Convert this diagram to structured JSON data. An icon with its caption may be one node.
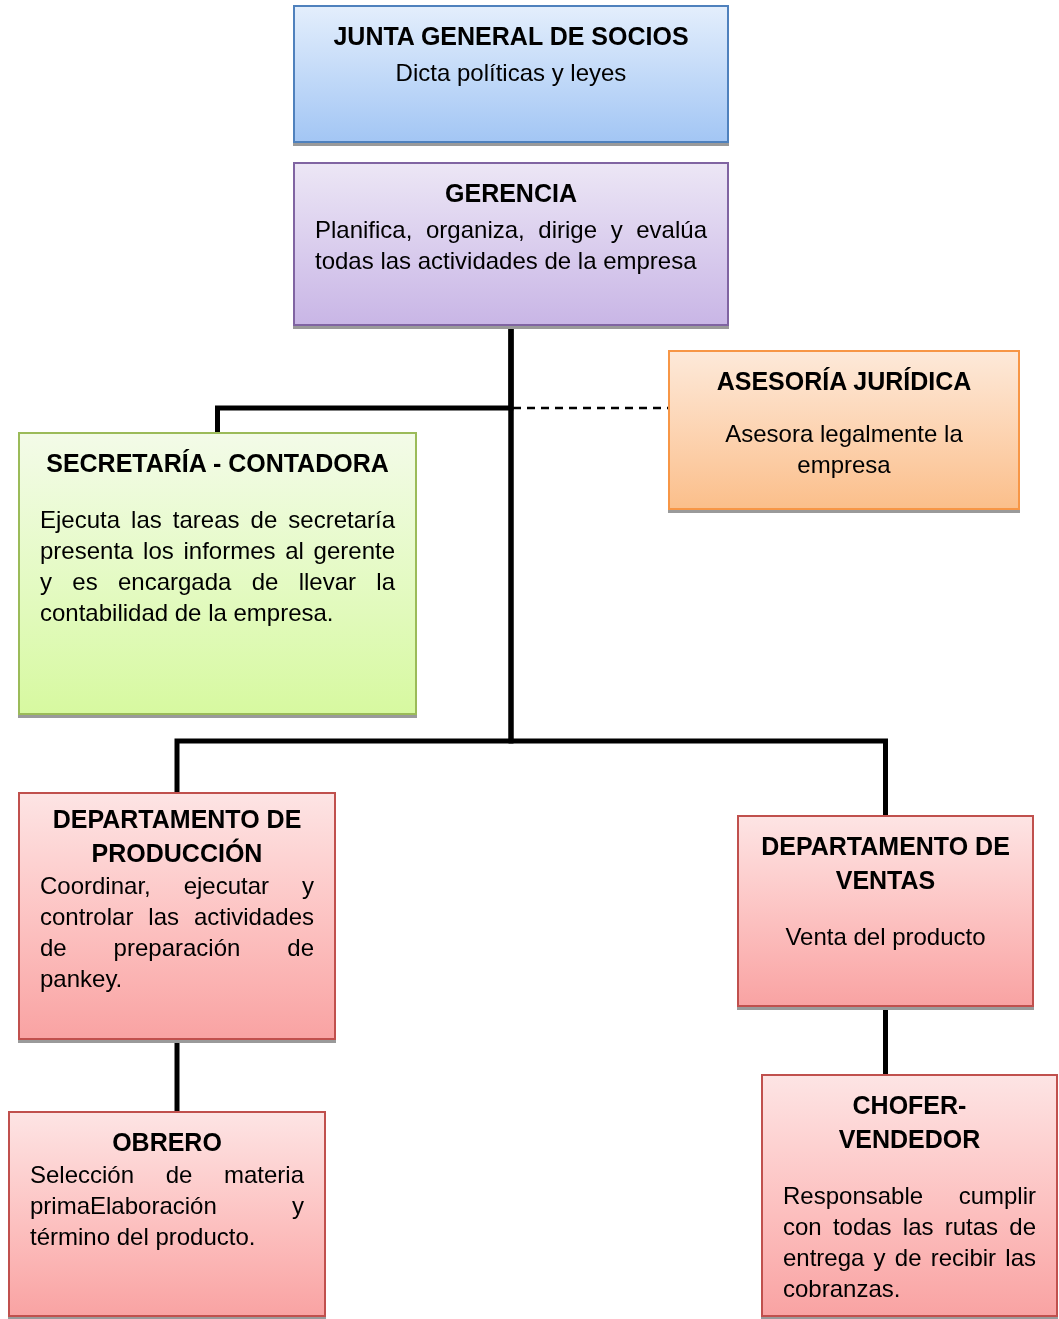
{
  "diagram": {
    "nodes": [
      {
        "text": [
          "JUNTA GENERAL DE SOCIOS",
          "Dicta políticas y leyes"
        ]
      },
      {
        "text": [
          "GERENCIA",
          "Planifica, organiza, dirige y evalúa todas las actividades de la empresa"
        ]
      },
      {
        "text": [
          "ASESORÍA JURÍDICA",
          "Asesora legalmente la empresa"
        ]
      },
      {
        "text": [
          "SECRETARÍA - CONTADORA",
          "Ejecuta las tareas de secretaría presenta los informes al gerente y es encargada de llevar la contabilidad de la empresa."
        ]
      },
      {
        "text": [
          "DEPARTAMENTO DE PRODUCCIÓN",
          "Coordinar, ejecutar y controlar las actividades de preparación de pankey."
        ]
      },
      {
        "text": [
          "DEPARTAMENTO DE VENTAS",
          "Venta del  producto"
        ]
      },
      {
        "text": [
          "OBRERO",
          "Selección de materia primaElaboración y término del producto."
        ]
      },
      {
        "text": [
          "CHOFER- VENDEDOR",
          "Responsable cumplir con todas las rutas de entrega y de recibir las cobranzas."
        ]
      }
    ],
    "edges": [
      {
        "from": 1,
        "to": 3,
        "arrow": "none"
      },
      {
        "from": 1,
        "to": 2,
        "arrow": "none",
        "style": "dashed"
      },
      {
        "from": 1,
        "to": 4,
        "arrow": "none"
      },
      {
        "from": 1,
        "to": 5,
        "arrow": "none"
      },
      {
        "from": 4,
        "to": 6,
        "arrow": "none"
      },
      {
        "from": 5,
        "to": 7,
        "arrow": "none"
      }
    ]
  }
}
